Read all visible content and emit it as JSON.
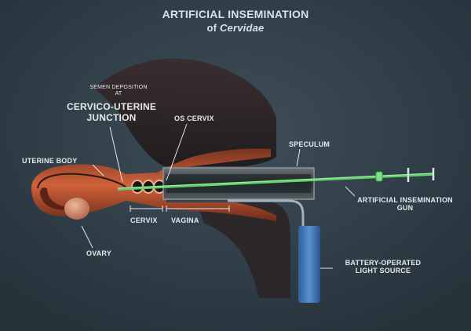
{
  "title": {
    "line1": "ARTIFICIAL INSEMINATION",
    "line2_prefix": "of ",
    "line2_italic": "Cervidae"
  },
  "labels": {
    "semen_deposition_small": "SEMEN DEPOSITION",
    "semen_deposition_at": "AT",
    "cervico_uterine_1": "CERVICO-UTERINE",
    "cervico_uterine_2": "JUNCTION",
    "os_cervix": "OS CERVIX",
    "uterine_body": "UTERINE BODY",
    "speculum": "SPECULUM",
    "gun_1": "ARTIFICIAL INSEMINATION",
    "gun_2": "GUN",
    "cervix": "CERVIX",
    "vagina": "VAGINA",
    "ovary": "OVARY",
    "light_1": "BATTERY-OPERATED",
    "light_2": "LIGHT SOURCE"
  },
  "colors": {
    "background": "#2f3d47",
    "tissue": "#c2522c",
    "gun": "#5fd36a",
    "light_source": "#3f77b8",
    "speculum": "#3b4348"
  }
}
